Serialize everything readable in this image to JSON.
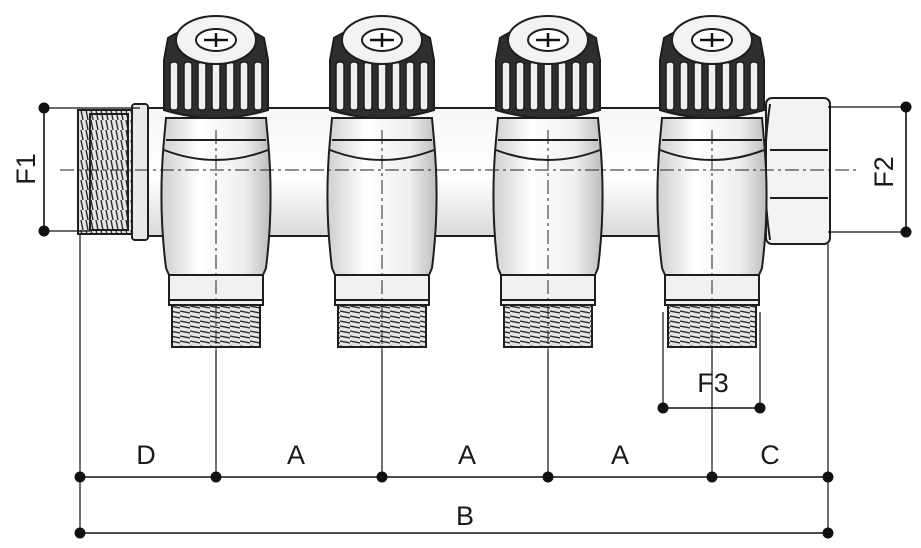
{
  "dimensions": {
    "F1": "F1",
    "F2": "F2",
    "F3": "F3",
    "D": "D",
    "A1": "A",
    "A2": "A",
    "A3": "A",
    "C": "C",
    "B": "B"
  },
  "colors": {
    "line": "#1a1a1a",
    "body_light": "#f4f4f4",
    "body_shade": "#d6d6d6",
    "knob": "#2a2a2a",
    "background": "#ffffff"
  },
  "counts": {
    "outlets": 4
  }
}
